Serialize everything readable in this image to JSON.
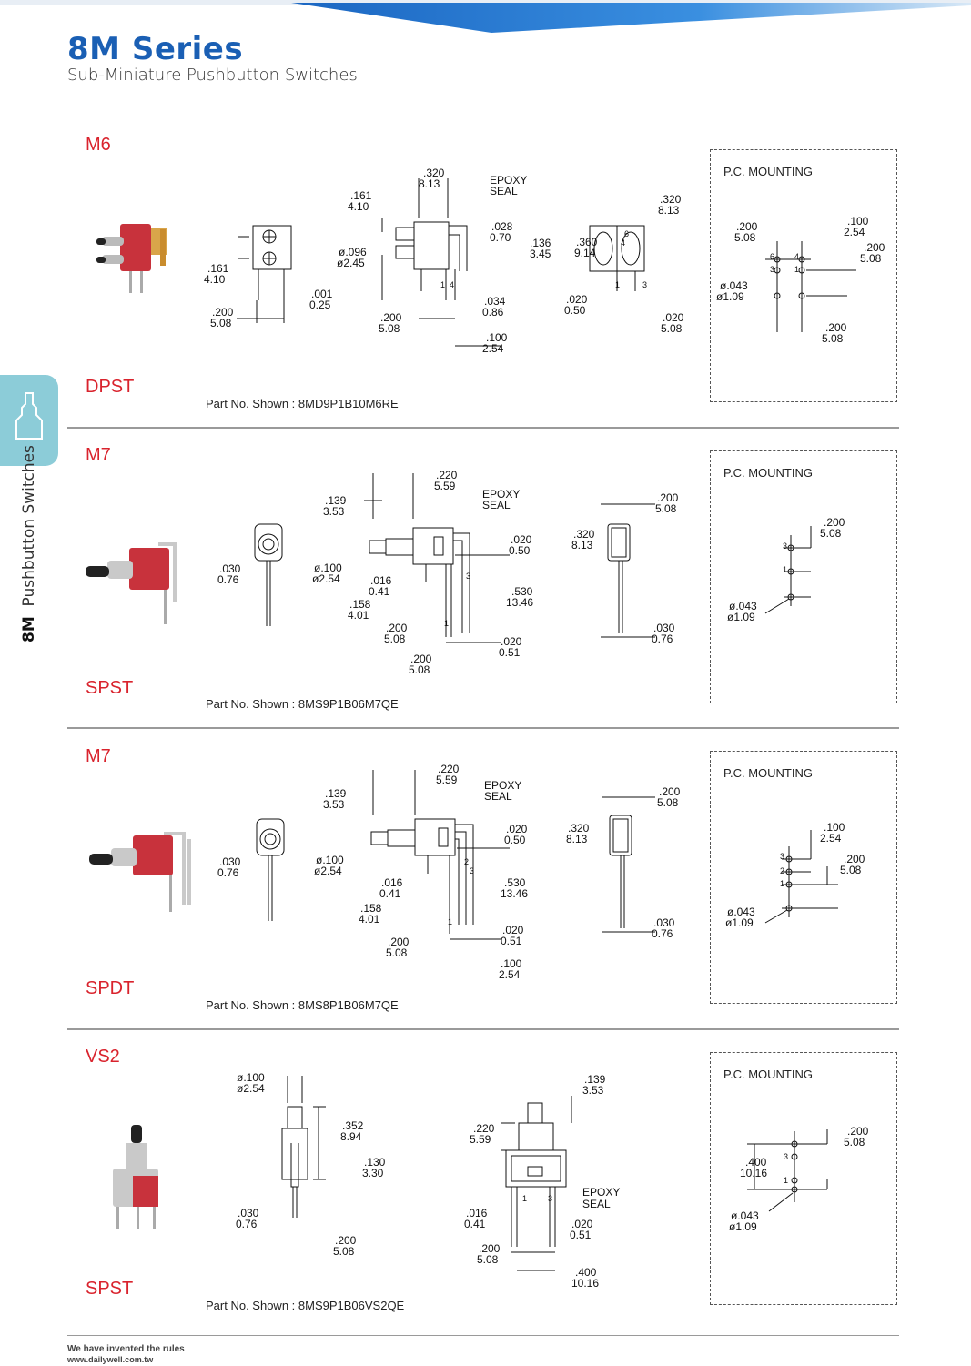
{
  "header": {
    "title": "8M Series",
    "subtitle": "Sub-Miniature Pushbutton Switches",
    "brand_color": "#1a5fb4"
  },
  "side_tab": {
    "series": "8M",
    "label": "Pushbutton  Switches",
    "color": "#8cccd8"
  },
  "sections": [
    {
      "model": "M6",
      "pole": "DPST",
      "part_no": "Part No. Shown : 8MD9P1B10M6RE",
      "pcb_title": "P.C. MOUNTING",
      "dims": {
        "a1": ".161",
        "a2": "4.10",
        "b1": ".200",
        "b2": "5.08",
        "c1": ".001",
        "c2": "0.25",
        "d1": ".320",
        "d2": "8.13",
        "e1": ".161",
        "e2": "4.10",
        "epoxy1": "EPOXY",
        "epoxy2": "SEAL",
        "f1": ".028",
        "f2": "0.70",
        "g1": "ø.096",
        "g2": "ø2.45",
        "h1": ".136",
        "h2": "3.45",
        "i1": ".034",
        "i2": "0.86",
        "j1": ".200",
        "j2": "5.08",
        "k1": ".100",
        "k2": "2.54",
        "l1": ".320",
        "l2": "8.13",
        "m1": ".360",
        "m2": "9.14",
        "n1": ".020",
        "n2": "0.50",
        "o1": ".020",
        "o2": "5.08",
        "pin1": "1",
        "pin4": "4",
        "pin3": "3",
        "pin6": "6",
        "p1": ".200",
        "p2": "5.08",
        "q1": ".100",
        "q2": "2.54",
        "r1": ".200",
        "r2": "5.08",
        "s1": "ø.043",
        "s2": "ø1.09",
        "t1": ".200",
        "t2": "5.08"
      }
    },
    {
      "model": "M7",
      "pole": "SPST",
      "part_no": "Part No. Shown : 8MS9P1B06M7QE",
      "pcb_title": "P.C. MOUNTING",
      "dims": {
        "a1": ".030",
        "a2": "0.76",
        "b1": ".139",
        "b2": "3.53",
        "c1": ".220",
        "c2": "5.59",
        "epoxy1": "EPOXY",
        "epoxy2": "SEAL",
        "d1": ".020",
        "d2": "0.50",
        "e1": "ø.100",
        "e2": "ø2.54",
        "f1": ".016",
        "f2": "0.41",
        "g1": ".530",
        "g2": "13.46",
        "h1": ".158",
        "h2": "4.01",
        "i1": ".200",
        "i2": "5.08",
        "j1": ".020",
        "j2": "0.51",
        "k1": ".200",
        "k2": "5.08",
        "l1": ".200",
        "l2": "5.08",
        "m1": ".320",
        "m2": "8.13",
        "n1": ".030",
        "n2": "0.76",
        "pin1": "1",
        "pin3": "3",
        "p1": ".200",
        "p2": "5.08",
        "s1": "ø.043",
        "s2": "ø1.09"
      }
    },
    {
      "model": "M7",
      "pole": "SPDT",
      "part_no": "Part No. Shown : 8MS8P1B06M7QE",
      "pcb_title": "P.C. MOUNTING",
      "dims": {
        "a1": ".030",
        "a2": "0.76",
        "b1": ".139",
        "b2": "3.53",
        "c1": ".220",
        "c2": "5.59",
        "epoxy1": "EPOXY",
        "epoxy2": "SEAL",
        "d1": ".020",
        "d2": "0.50",
        "e1": "ø.100",
        "e2": "ø2.54",
        "f1": ".016",
        "f2": "0.41",
        "g1": ".530",
        "g2": "13.46",
        "h1": ".158",
        "h2": "4.01",
        "i1": ".200",
        "i2": "5.08",
        "j1": ".020",
        "j2": "0.51",
        "k1": ".100",
        "k2": "2.54",
        "l1": ".200",
        "l2": "5.08",
        "m1": ".320",
        "m2": "8.13",
        "n1": ".030",
        "n2": "0.76",
        "pin1": "1",
        "pin2": "2",
        "pin3": "3",
        "p1": ".100",
        "p2": "2.54",
        "q1": ".200",
        "q2": "5.08",
        "s1": "ø.043",
        "s2": "ø1.09"
      }
    },
    {
      "model": "VS2",
      "pole": "SPST",
      "part_no": "Part No. Shown : 8MS9P1B06VS2QE",
      "pcb_title": "P.C. MOUNTING",
      "dims": {
        "a1": "ø.100",
        "a2": "ø2.54",
        "b1": ".352",
        "b2": "8.94",
        "c1": ".130",
        "c2": "3.30",
        "d1": ".030",
        "d2": "0.76",
        "e1": ".200",
        "e2": "5.08",
        "f1": ".139",
        "f2": "3.53",
        "g1": ".220",
        "g2": "5.59",
        "epoxy1": "EPOXY",
        "epoxy2": "SEAL",
        "h1": ".016",
        "h2": "0.41",
        "i1": ".020",
        "i2": "0.51",
        "j1": ".200",
        "j2": "5.08",
        "k1": ".400",
        "k2": "10.16",
        "pin1": "1",
        "pin3": "3",
        "p1": ".200",
        "p2": "5.08",
        "q1": ".400",
        "q2": "10.16",
        "s1": "ø.043",
        "s2": "ø1.09"
      }
    }
  ],
  "footer": {
    "tagline": "We have invented the rules",
    "url": "www.dailywell.com.tw"
  }
}
